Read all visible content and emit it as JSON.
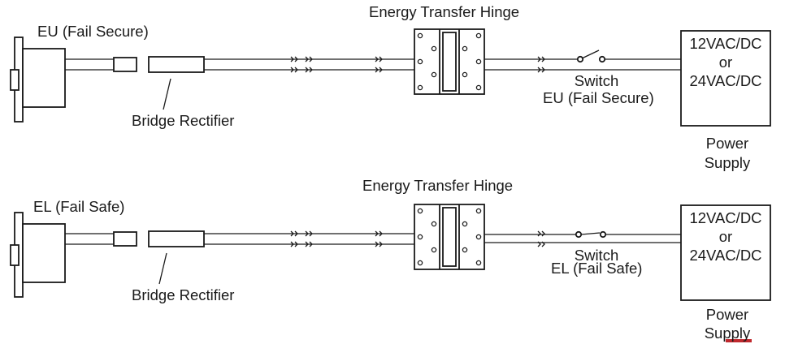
{
  "top": {
    "lock_label": "EU (Fail Secure)",
    "rectifier_label": "Bridge Rectifier",
    "hinge_label": "Energy Transfer Hinge",
    "switch_label": "Switch",
    "switch_type_label": "EU (Fail Secure)",
    "supply_line1": "12VAC/DC",
    "supply_line2": "or",
    "supply_line3": "24VAC/DC",
    "power_label_1": "Power",
    "power_label_2": "Supply"
  },
  "bottom": {
    "lock_label": "EL (Fail Safe)",
    "rectifier_label": "Bridge Rectifier",
    "hinge_label": "Energy Transfer Hinge",
    "switch_label": "Switch",
    "switch_type_label": "EL (Fail Safe)",
    "supply_line1": "12VAC/DC",
    "supply_line2": "or",
    "supply_line3": "24VAC/DC",
    "power_label_1": "Power",
    "power_label_2": "Supply"
  },
  "colors": {
    "line": "#1a1a1a",
    "underline_mark": "#c0282d"
  }
}
